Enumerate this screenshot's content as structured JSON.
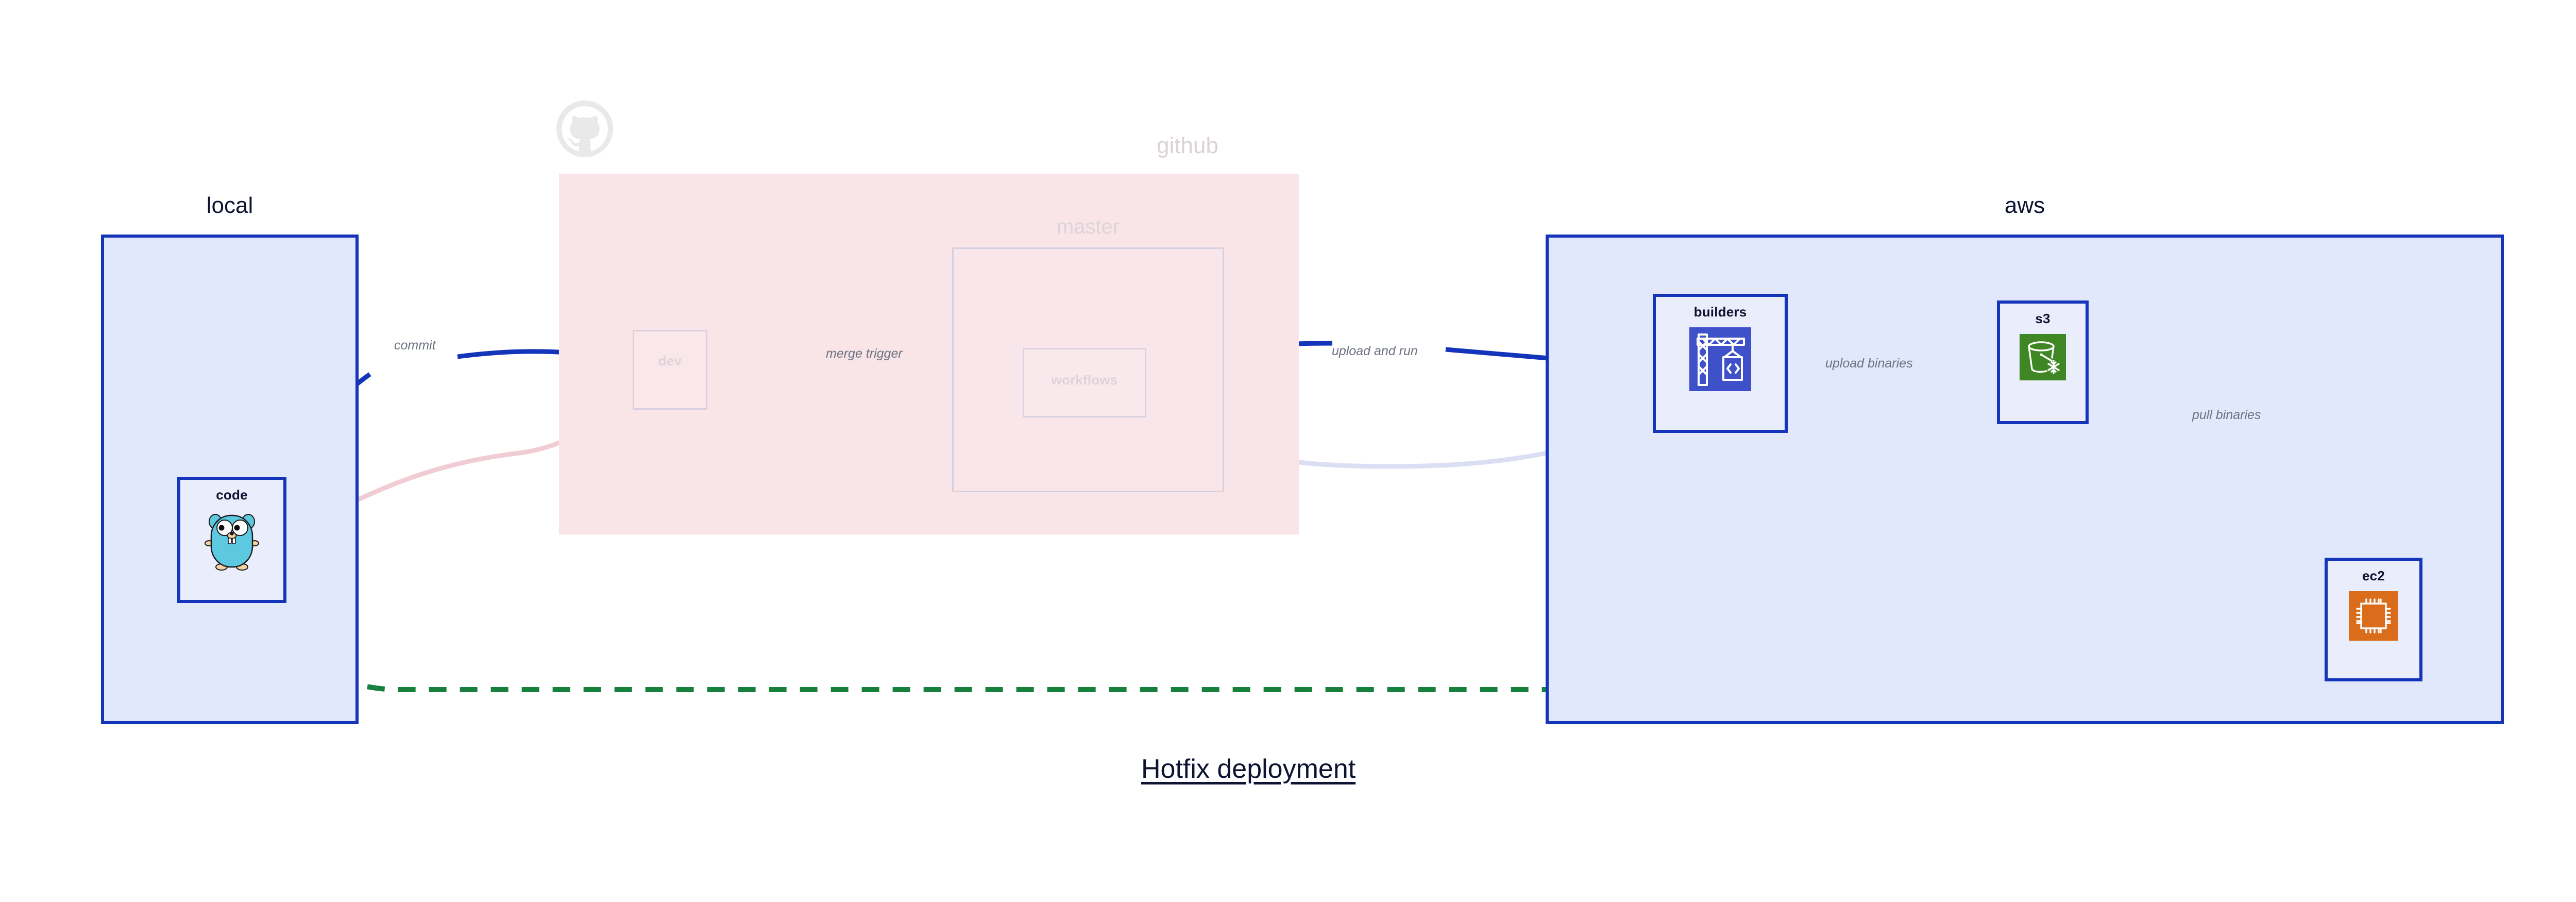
{
  "diagram": {
    "title": "Hotfix deployment",
    "colors": {
      "group_border": "#1434ba",
      "group_fill": "#e2e8fb",
      "github_fill": "#f9e4e8",
      "node_fill": "#eaeefc",
      "edge_active": "#1434ba",
      "edge_label_text": "#6b7280",
      "edge_dashed_green": "#16803c",
      "ghost_pink_edge": "#f3d2d8",
      "ghost_blue_edge": "#dcddf2",
      "title_text": "#0d1330",
      "faded_text": "#ddd4da",
      "octocat": "#e9e9e9"
    }
  },
  "groups": [
    {
      "id": "local",
      "label": "local",
      "faded": false
    },
    {
      "id": "github",
      "label": "github",
      "faded": true
    },
    {
      "id": "aws",
      "label": "aws",
      "faded": false
    }
  ],
  "subgroups": [
    {
      "id": "master",
      "label": "master",
      "parent": "github",
      "faded": true
    }
  ],
  "nodes": [
    {
      "id": "code",
      "label": "code",
      "group": "local",
      "icon": "go-gopher-icon",
      "faded": false
    },
    {
      "id": "dev",
      "label": "dev",
      "group": "github",
      "icon": null,
      "faded": true
    },
    {
      "id": "workflows",
      "label": "workflows",
      "group": "master",
      "icon": null,
      "faded": true
    },
    {
      "id": "builders",
      "label": "builders",
      "group": "aws",
      "icon": "crane-code-icon",
      "faded": false
    },
    {
      "id": "s3",
      "label": "s3",
      "group": "aws",
      "icon": "s3-bucket-icon",
      "faded": false
    },
    {
      "id": "ec2",
      "label": "ec2",
      "group": "aws",
      "icon": "ec2-chip-icon",
      "faded": false
    }
  ],
  "edges": [
    {
      "id": "commit",
      "from": "code",
      "to": "dev",
      "label": "commit",
      "style": "solid",
      "color": "#1434ba",
      "state": "active"
    },
    {
      "id": "merge-trigger",
      "from": "dev",
      "to": "workflows",
      "label": "merge trigger",
      "style": "solid",
      "color": "#1434ba",
      "state": "active"
    },
    {
      "id": "upload-and-run",
      "from": "workflows",
      "to": "builders",
      "label": "upload and run",
      "style": "solid",
      "color": "#1434ba",
      "state": "active"
    },
    {
      "id": "upload-binaries",
      "from": "builders",
      "to": "s3",
      "label": "upload binaries",
      "style": "solid",
      "color": "#1434ba",
      "state": "active"
    },
    {
      "id": "pull-binaries",
      "from": "s3",
      "to": "ec2",
      "label": "pull binaries",
      "style": "solid",
      "color": "#1434ba",
      "state": "active"
    },
    {
      "id": "hotfix-direct",
      "from": "code",
      "to": "ec2",
      "label": "",
      "style": "dashed",
      "color": "#16803c",
      "state": "active"
    },
    {
      "id": "ghost-code-dev",
      "from": "code",
      "to": "dev",
      "label": "",
      "style": "solid",
      "color": "#f3d2d8",
      "state": "faded"
    },
    {
      "id": "ghost-dev-workflows",
      "from": "dev",
      "to": "workflows",
      "label": "",
      "style": "solid",
      "color": "#dcddf2",
      "state": "faded"
    },
    {
      "id": "ghost-workflows-build",
      "from": "workflows",
      "to": "builders",
      "label": "",
      "style": "solid",
      "color": "#dcddf2",
      "state": "faded"
    }
  ],
  "octocat": {
    "name": "github-octocat-logo"
  }
}
